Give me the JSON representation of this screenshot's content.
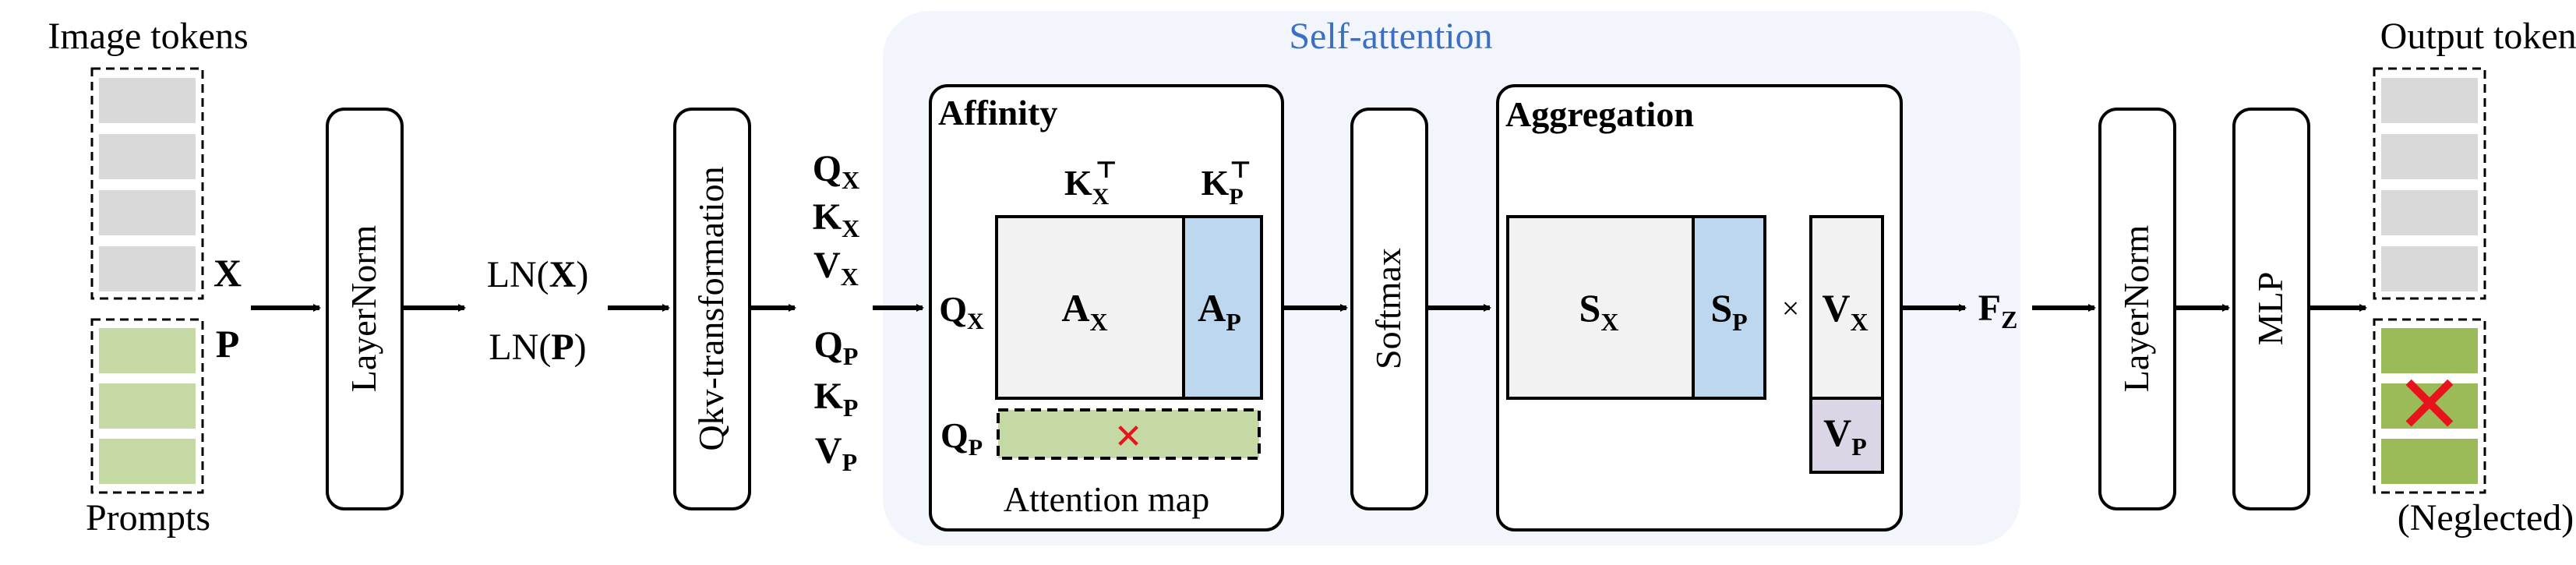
{
  "colors": {
    "token_gray": "#d9d9d9",
    "token_green": "#c5d9a4",
    "token_green_dark": "#9bbb59",
    "panel_bg": "#f2f6fc",
    "block_blue": "#bdd7ee",
    "block_gray": "#f2f2f2",
    "block_purple": "#dcd5e6",
    "cross_red": "#e8141c"
  },
  "labels": {
    "image_tokens": "Image tokens",
    "prompts": "Prompts",
    "x_symbol": "X",
    "p_symbol": "P",
    "layernorm_1": "LayerNorm",
    "ln_x": {
      "pre": "LN(",
      "bold": "X",
      "post": ")"
    },
    "ln_p": {
      "pre": "LN(",
      "bold": "P",
      "post": ")"
    },
    "qkv": "Qkv-transformation",
    "self_attention": "Self-attention",
    "affinity": "Affinity",
    "attention_map": "Attention map",
    "softmax": "Softmax",
    "aggregation": "Aggregation",
    "times": "×",
    "f_z": {
      "main": "F",
      "sub": "Z"
    },
    "layernorm_2": "LayerNorm",
    "mlp": "MLP",
    "output_tokens": "Output tokens",
    "neglected": "(Neglected)",
    "cross": "✕"
  },
  "symbols": {
    "qx": {
      "main": "Q",
      "sub": "X"
    },
    "kx": {
      "main": "K",
      "sub": "X"
    },
    "vx": {
      "main": "V",
      "sub": "X"
    },
    "qp": {
      "main": "Q",
      "sub": "P"
    },
    "kp": {
      "main": "K",
      "sub": "P"
    },
    "vp": {
      "main": "V",
      "sub": "P"
    },
    "kxt": {
      "main": "K",
      "sub": "X",
      "sup": "⊤"
    },
    "kpt": {
      "main": "K",
      "sub": "P",
      "sup": "⊤"
    },
    "ax": {
      "main": "A",
      "sub": "X"
    },
    "ap": {
      "main": "A",
      "sub": "P"
    },
    "sx": {
      "main": "S",
      "sub": "X"
    },
    "sp": {
      "main": "S",
      "sub": "P"
    }
  }
}
